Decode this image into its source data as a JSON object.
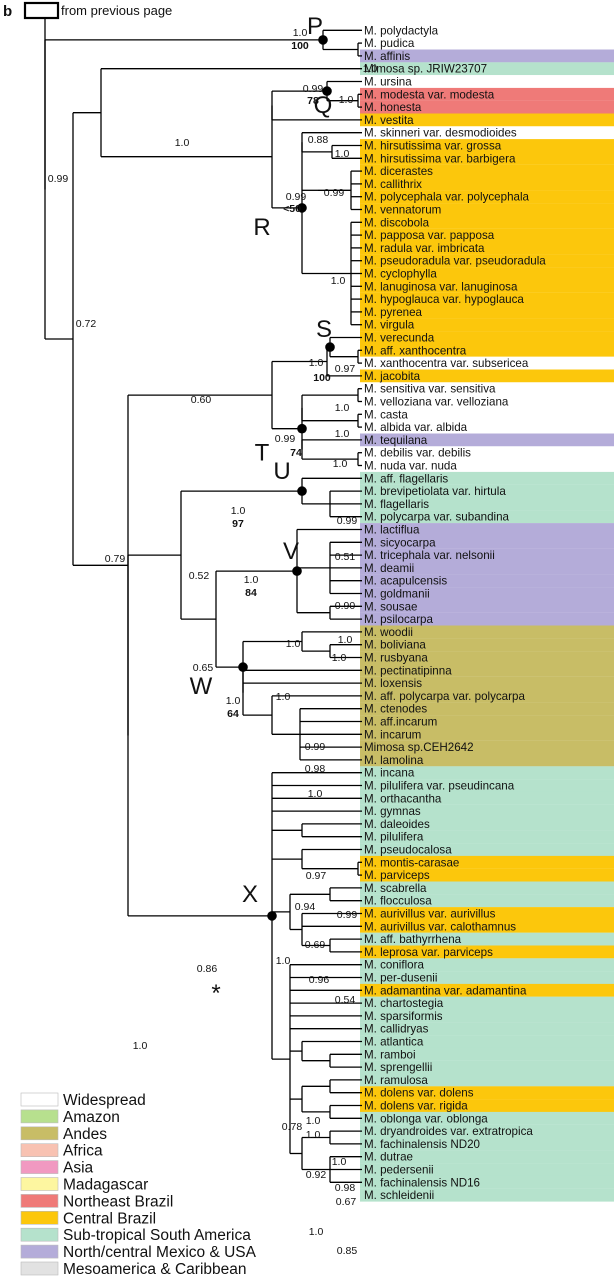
{
  "panel_label": "b",
  "from_label": "from previous page",
  "colors": {
    "Widespread": "#ffffff",
    "Amazon": "#b7e08e",
    "Andes": "#c8bd66",
    "Africa": "#f8c2b2",
    "Asia": "#f199c1",
    "Madagascar": "#fdf6a0",
    "NortheastBrazil": "#ef7a78",
    "CentralBrazil": "#fcc70c",
    "SubtropicalSA": "#b5e2cc",
    "MexicoUSA": "#b4acd9",
    "Mesoamerica": "#e2e2e2"
  },
  "legend": [
    {
      "label": "Widespread",
      "color": "#ffffff"
    },
    {
      "label": "Amazon",
      "color": "#b7e08e"
    },
    {
      "label": "Andes",
      "color": "#c8bd66"
    },
    {
      "label": "Africa",
      "color": "#f8c2b2"
    },
    {
      "label": "Asia",
      "color": "#f199c1"
    },
    {
      "label": "Madagascar",
      "color": "#fdf6a0"
    },
    {
      "label": "Northeast Brazil",
      "color": "#ef7a78"
    },
    {
      "label": "Central Brazil",
      "color": "#fcc70c"
    },
    {
      "label": "Sub-tropical South America",
      "color": "#b5e2cc"
    },
    {
      "label": "North/central Mexico & USA",
      "color": "#b4acd9"
    },
    {
      "label": "Mesoamerica & Caribbean",
      "color": "#e2e2e2"
    }
  ],
  "taxa": [
    {
      "name": "M. polydactyla",
      "region": "Widespread"
    },
    {
      "name": "M. pudica",
      "region": "Widespread"
    },
    {
      "name": "M. affinis",
      "region": "MexicoUSA"
    },
    {
      "name": "Mimosa sp. JRIW23707",
      "region": "SubtropicalSA"
    },
    {
      "name": "M. ursina",
      "region": "Widespread"
    },
    {
      "name": "M. modesta var. modesta",
      "region": "NortheastBrazil"
    },
    {
      "name": "M. honesta",
      "region": "NortheastBrazil"
    },
    {
      "name": "M. vestita",
      "region": "CentralBrazil"
    },
    {
      "name": "M. skinneri var. desmodioides",
      "region": "Widespread"
    },
    {
      "name": "M. hirsutissima var. grossa",
      "region": "CentralBrazil"
    },
    {
      "name": "M. hirsutissima var. barbigera",
      "region": "CentralBrazil"
    },
    {
      "name": "M. dicerastes",
      "region": "CentralBrazil"
    },
    {
      "name": "M. callithrix",
      "region": "CentralBrazil"
    },
    {
      "name": "M. polycephala var. polycephala",
      "region": "CentralBrazil"
    },
    {
      "name": "M. vennatorum",
      "region": "CentralBrazil"
    },
    {
      "name": "M. discobola",
      "region": "CentralBrazil"
    },
    {
      "name": "M. papposa var. papposa",
      "region": "CentralBrazil"
    },
    {
      "name": "M. radula var. imbricata",
      "region": "CentralBrazil"
    },
    {
      "name": "M. pseudoradula var. pseudoradula",
      "region": "CentralBrazil"
    },
    {
      "name": "M. cyclophylla",
      "region": "CentralBrazil"
    },
    {
      "name": "M. lanuginosa var. lanuginosa",
      "region": "CentralBrazil"
    },
    {
      "name": "M. hypoglauca var. hypoglauca",
      "region": "CentralBrazil"
    },
    {
      "name": "M. pyrenea",
      "region": "CentralBrazil"
    },
    {
      "name": "M. virgula",
      "region": "CentralBrazil"
    },
    {
      "name": "M. verecunda",
      "region": "CentralBrazil"
    },
    {
      "name": "M. aff. xanthocentra",
      "region": "CentralBrazil"
    },
    {
      "name": "M. xanthocentra var. subsericea",
      "region": "Widespread"
    },
    {
      "name": "M. jacobita",
      "region": "CentralBrazil"
    },
    {
      "name": "M. sensitiva var. sensitiva",
      "region": "Widespread"
    },
    {
      "name": "M. velloziana var. velloziana",
      "region": "Widespread"
    },
    {
      "name": "M. casta",
      "region": "Widespread"
    },
    {
      "name": "M. albida var. albida",
      "region": "Widespread"
    },
    {
      "name": "M. tequilana",
      "region": "MexicoUSA"
    },
    {
      "name": "M. debilis var. debilis",
      "region": "Widespread"
    },
    {
      "name": "M. nuda var. nuda",
      "region": "Widespread"
    },
    {
      "name": "M. aff. flagellaris",
      "region": "SubtropicalSA"
    },
    {
      "name": "M. brevipetiolata var. hirtula",
      "region": "SubtropicalSA"
    },
    {
      "name": "M. flagellaris",
      "region": "SubtropicalSA"
    },
    {
      "name": "M. polycarpa var. subandina",
      "region": "SubtropicalSA"
    },
    {
      "name": "M. lactiflua",
      "region": "MexicoUSA"
    },
    {
      "name": "M. sicyocarpa",
      "region": "MexicoUSA"
    },
    {
      "name": "M. tricephala var. nelsonii",
      "region": "MexicoUSA"
    },
    {
      "name": "M. deamii",
      "region": "MexicoUSA"
    },
    {
      "name": "M. acapulcensis",
      "region": "MexicoUSA"
    },
    {
      "name": "M. goldmanii",
      "region": "MexicoUSA"
    },
    {
      "name": "M. sousae",
      "region": "MexicoUSA"
    },
    {
      "name": "M. psilocarpa",
      "region": "MexicoUSA"
    },
    {
      "name": "M. woodii",
      "region": "Andes"
    },
    {
      "name": "M. boliviana",
      "region": "Andes"
    },
    {
      "name": "M. rusbyana",
      "region": "Andes"
    },
    {
      "name": "M. pectinatipinna",
      "region": "Andes"
    },
    {
      "name": "M. loxensis",
      "region": "Andes"
    },
    {
      "name": "M. aff. polycarpa var. polycarpa",
      "region": "Andes"
    },
    {
      "name": "M. ctenodes",
      "region": "Andes"
    },
    {
      "name": "M. aff.incarum",
      "region": "Andes"
    },
    {
      "name": "M. incarum",
      "region": "Andes"
    },
    {
      "name": "Mimosa sp.CEH2642",
      "region": "Andes"
    },
    {
      "name": "M. lamolina",
      "region": "Andes"
    },
    {
      "name": "M. incana",
      "region": "SubtropicalSA"
    },
    {
      "name": "M. pilulifera var. pseudincana",
      "region": "SubtropicalSA"
    },
    {
      "name": "M. orthacantha",
      "region": "SubtropicalSA"
    },
    {
      "name": "M. gymnas",
      "region": "SubtropicalSA"
    },
    {
      "name": "M. daleoides",
      "region": "SubtropicalSA"
    },
    {
      "name": "M. pilulifera",
      "region": "SubtropicalSA"
    },
    {
      "name": "M. pseudocalosa",
      "region": "SubtropicalSA"
    },
    {
      "name": "M. montis-carasae",
      "region": "CentralBrazil"
    },
    {
      "name": "M. parviceps",
      "region": "CentralBrazil"
    },
    {
      "name": "M. scabrella",
      "region": "SubtropicalSA"
    },
    {
      "name": "M. flocculosa",
      "region": "SubtropicalSA"
    },
    {
      "name": "M. aurivillus var. aurivillus",
      "region": "CentralBrazil"
    },
    {
      "name": "M. aurivillus var. calothamnus",
      "region": "CentralBrazil"
    },
    {
      "name": "M. aff. bathyrrhena",
      "region": "SubtropicalSA"
    },
    {
      "name": "M. leprosa var. parviceps",
      "region": "CentralBrazil"
    },
    {
      "name": "M. coniflora",
      "region": "SubtropicalSA"
    },
    {
      "name": "M. per-dusenii",
      "region": "SubtropicalSA"
    },
    {
      "name": "M. adamantina var. adamantina",
      "region": "CentralBrazil"
    },
    {
      "name": "M. chartostegia",
      "region": "SubtropicalSA"
    },
    {
      "name": "M. sparsiformis",
      "region": "SubtropicalSA"
    },
    {
      "name": "M. callidryas",
      "region": "SubtropicalSA"
    },
    {
      "name": "M. atlantica",
      "region": "SubtropicalSA"
    },
    {
      "name": "M. ramboi",
      "region": "SubtropicalSA"
    },
    {
      "name": "M. sprengellii",
      "region": "SubtropicalSA"
    },
    {
      "name": "M. ramulosa",
      "region": "SubtropicalSA"
    },
    {
      "name": "M. dolens var. dolens",
      "region": "CentralBrazil"
    },
    {
      "name": "M. dolens var. rigida",
      "region": "CentralBrazil"
    },
    {
      "name": "M. oblonga var. oblonga",
      "region": "SubtropicalSA"
    },
    {
      "name": "M. dryandroides var. extratropica",
      "region": "SubtropicalSA"
    },
    {
      "name": "M. fachinalensis ND20",
      "region": "SubtropicalSA"
    },
    {
      "name": "M. dutrae",
      "region": "SubtropicalSA"
    },
    {
      "name": "M. pedersenii",
      "region": "SubtropicalSA"
    },
    {
      "name": "M. fachinalensis ND16",
      "region": "SubtropicalSA"
    },
    {
      "name": "M. schleidenii",
      "region": "SubtropicalSA"
    }
  ],
  "clade_labels": [
    {
      "label": "P",
      "node": "P"
    },
    {
      "label": "Q",
      "node": "Q"
    },
    {
      "label": "R",
      "node": "R"
    },
    {
      "label": "S",
      "node": "S"
    },
    {
      "label": "T",
      "node": "T"
    },
    {
      "label": "U",
      "node": "U"
    },
    {
      "label": "V",
      "node": "V"
    },
    {
      "label": "W",
      "node": "W"
    },
    {
      "label": "X",
      "node": "X"
    }
  ],
  "support": {
    "P": {
      "pp": "1.0",
      "bs": "100"
    },
    "Q": {
      "pp": "0.99",
      "bs": "78"
    },
    "R": {
      "pp": "0.99",
      "bs": "<50"
    },
    "S": {
      "pp": "1.0",
      "bs": "100"
    },
    "T": {
      "pp": "0.99",
      "bs": "74"
    },
    "U": {
      "pp": "1.0",
      "bs": "97"
    },
    "V": {
      "pp": "1.0",
      "bs": "84"
    },
    "W": {
      "pp": "1.0",
      "bs": "64"
    },
    "X": {
      "pp": "0.86",
      "bs": ""
    }
  },
  "internal_support": [
    "0.99",
    "0.72",
    "0.79",
    "1.0",
    "0.60",
    "1.0",
    "1.0",
    "1.0",
    "0.88",
    "1.0",
    "0.99",
    "1.0",
    "0.97",
    "1.0",
    "1.0",
    "1.0",
    "0.52",
    "0.99",
    "0.51",
    "0.65",
    "0.90",
    "1.0",
    "1.0",
    "1.0",
    "1.0",
    "0.99",
    "0.98",
    "1.0",
    "0.97",
    "0.94",
    "0.99",
    "1.0",
    "0.69",
    "0.96",
    "0.54",
    "0.78",
    "1.0",
    "1.0",
    "0.92",
    "1.0",
    "0.98",
    "1.0",
    "0.67",
    "0.85"
  ],
  "star_label": "*"
}
